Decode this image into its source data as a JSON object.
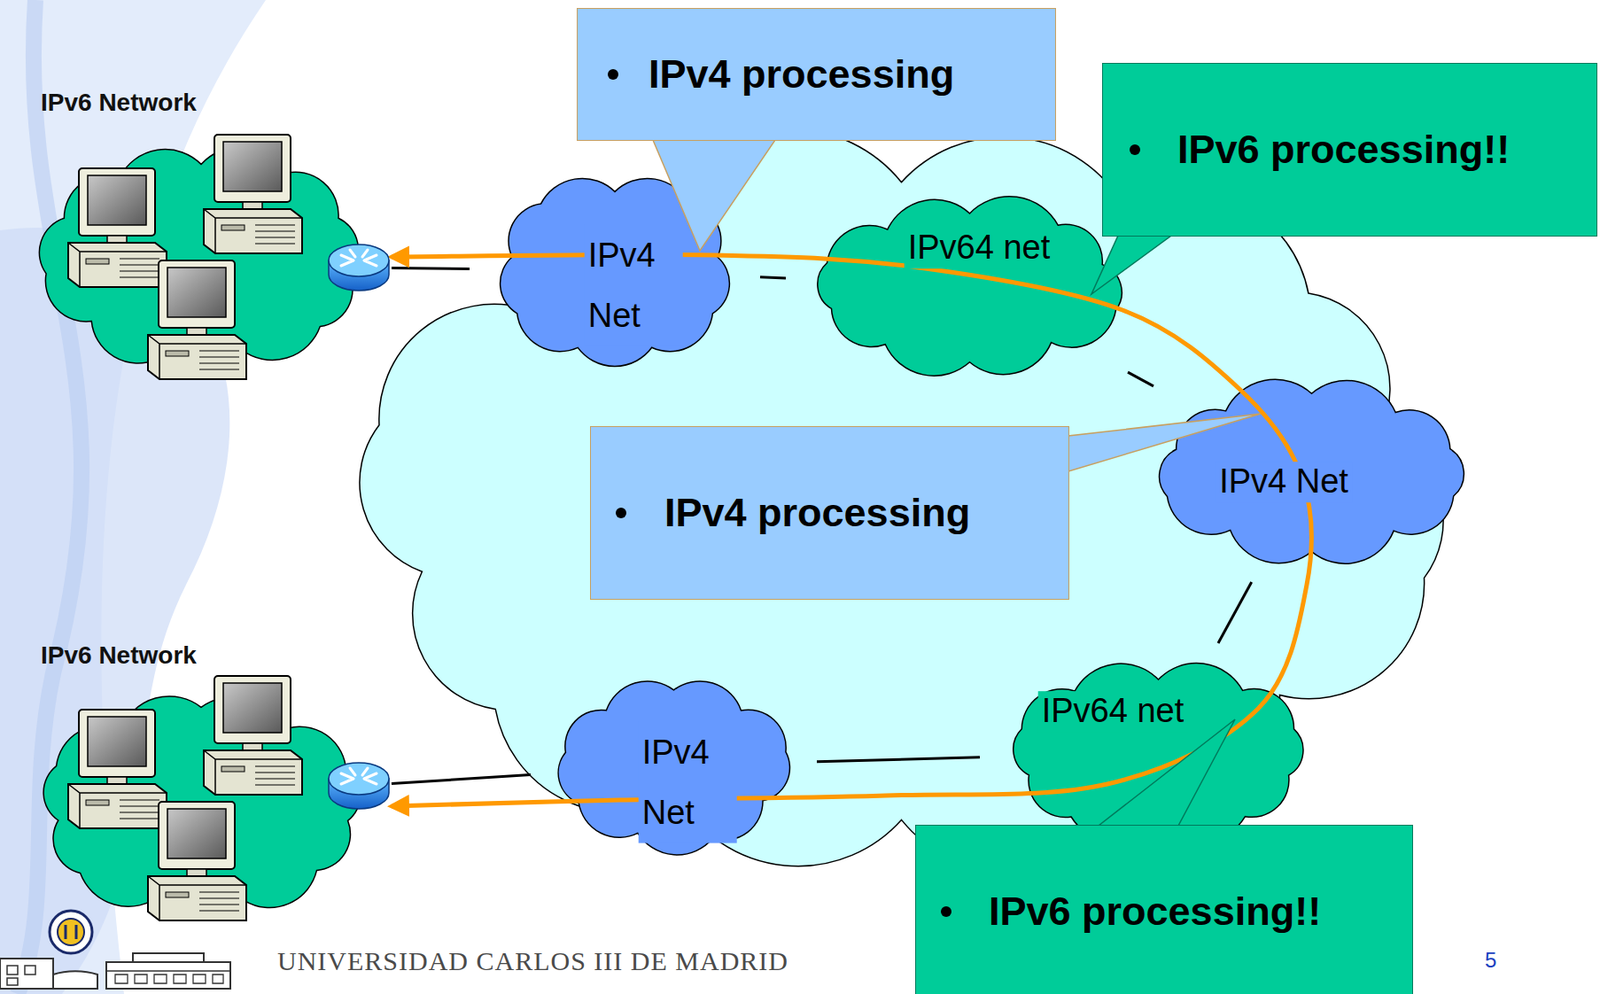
{
  "diagram": {
    "nodes": [
      {
        "text": [
          "IPv6 Network"
        ]
      },
      {
        "text": [
          "IPv4 processing"
        ]
      },
      {
        "text": [
          "IPv6 processing!!"
        ]
      },
      {
        "text": [
          "IPv4 Net"
        ]
      },
      {
        "text": [
          "IPv64 net"
        ]
      },
      {
        "text": [
          "IPv4 Net"
        ]
      },
      {
        "text": [
          "IPv4 processing"
        ]
      },
      {
        "text": [
          "IPv6 Network"
        ]
      },
      {
        "text": [
          "IPv4 Net"
        ]
      },
      {
        "text": [
          "IPv64 net"
        ]
      },
      {
        "text": [
          "IPv6 processing!!"
        ]
      }
    ],
    "edges": [
      {
        "from": 0,
        "to": 3,
        "arrow": "none"
      },
      {
        "from": 3,
        "to": 4,
        "arrow": "none"
      },
      {
        "from": 4,
        "to": 5,
        "arrow": "none"
      },
      {
        "from": 5,
        "to": 9,
        "arrow": "none"
      },
      {
        "from": 9,
        "to": 8,
        "arrow": "none"
      },
      {
        "from": 8,
        "to": 7,
        "arrow": "none"
      },
      {
        "from": 7,
        "to": 0,
        "arrow": "both"
      }
    ],
    "labels": [
      "UNIVERSIDAD CARLOS III DE MADRID",
      "5"
    ]
  }
}
